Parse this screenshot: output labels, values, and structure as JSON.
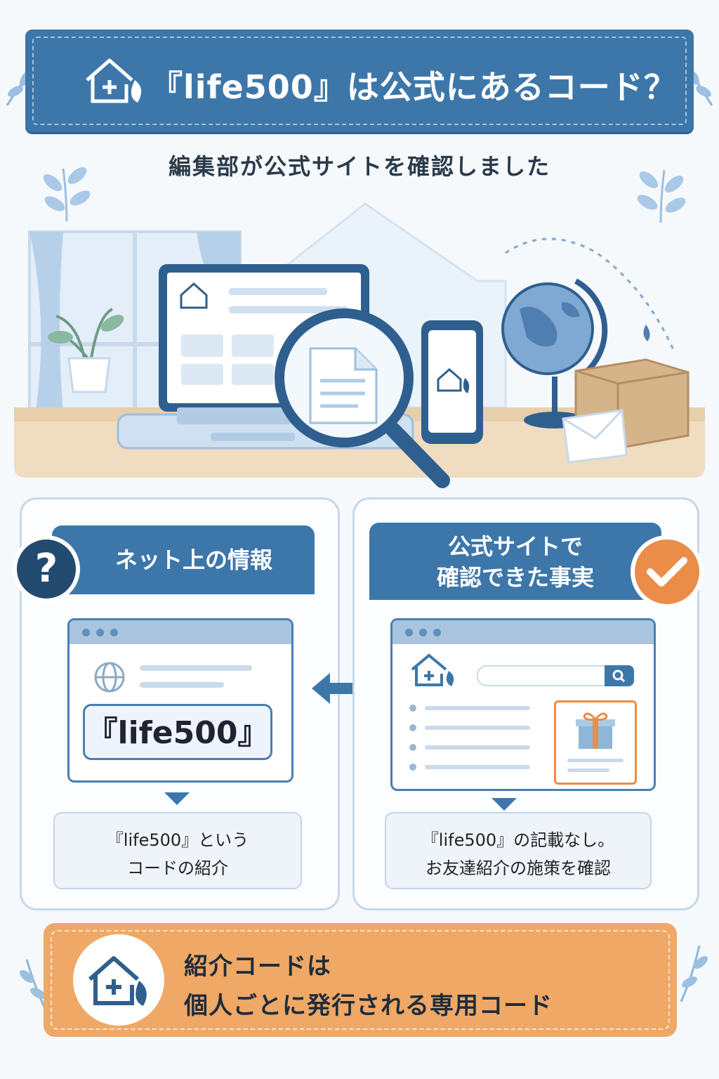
{
  "header": {
    "title": "『life500』は公式にあるコード？",
    "subtitle": "編集部が公式サイトを確認しました"
  },
  "left_panel": {
    "heading": "ネット上の情報",
    "badge": "?",
    "code": "『life500』",
    "note_line1": "『life500』という",
    "note_line2": "コードの紹介"
  },
  "right_panel": {
    "heading_line1": "公式サイトで",
    "heading_line2": "確認できた事実",
    "note_line1": "『life500』の記載なし。",
    "note_line2": "お友達紹介の施策を確認"
  },
  "footer": {
    "line1": "紹介コードは",
    "line2": "個人ごとに発行される専用コード"
  },
  "colors": {
    "primary_blue": "#3d77aa",
    "dark_blue": "#234a6f",
    "accent_orange": "#ea8d48",
    "footer_orange": "#f0a866"
  },
  "icons": [
    "house-plus-leaf-icon",
    "question-mark-icon",
    "check-mark-icon",
    "globe-icon",
    "search-icon",
    "gift-icon",
    "magnifying-glass-icon",
    "document-icon",
    "double-arrow-icon",
    "leaf-sprig-icon"
  ]
}
